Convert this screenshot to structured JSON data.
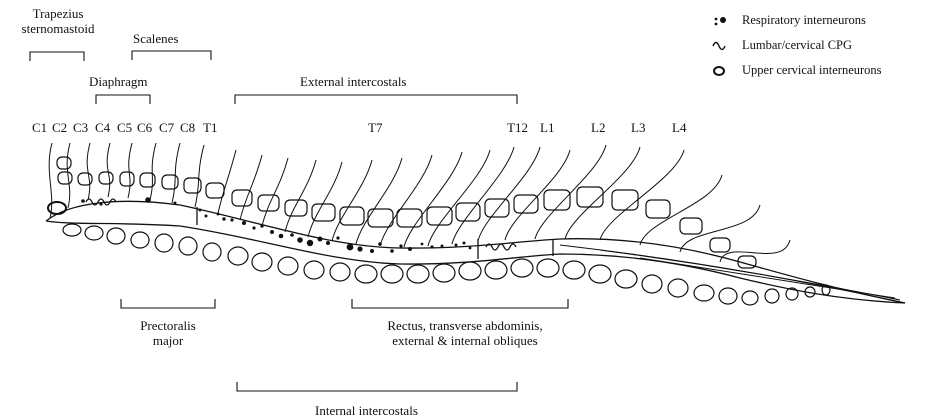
{
  "muscle_groups": {
    "trapezius": "Trapezius\nsternomastoid",
    "scalenes": "Scalenes",
    "diaphragm": "Diaphragm",
    "external_intercostals": "External intercostals",
    "pectoralis": "Prectoralis\nmajor",
    "abdominals": "Rectus, transverse abdominis,\nexternal & internal obliques",
    "internal_intercostals": "Internal intercostals"
  },
  "segments": [
    "C1",
    "C2",
    "C3",
    "C4",
    "C5",
    "C6",
    "C7",
    "C8",
    "T1",
    "T7",
    "T12",
    "L1",
    "L2",
    "L3",
    "L4"
  ],
  "legend": {
    "respiratory": "Respiratory interneurons",
    "cpg": "Lumbar/cervical CPG",
    "upper_cervical": "Upper cervical interneurons"
  }
}
